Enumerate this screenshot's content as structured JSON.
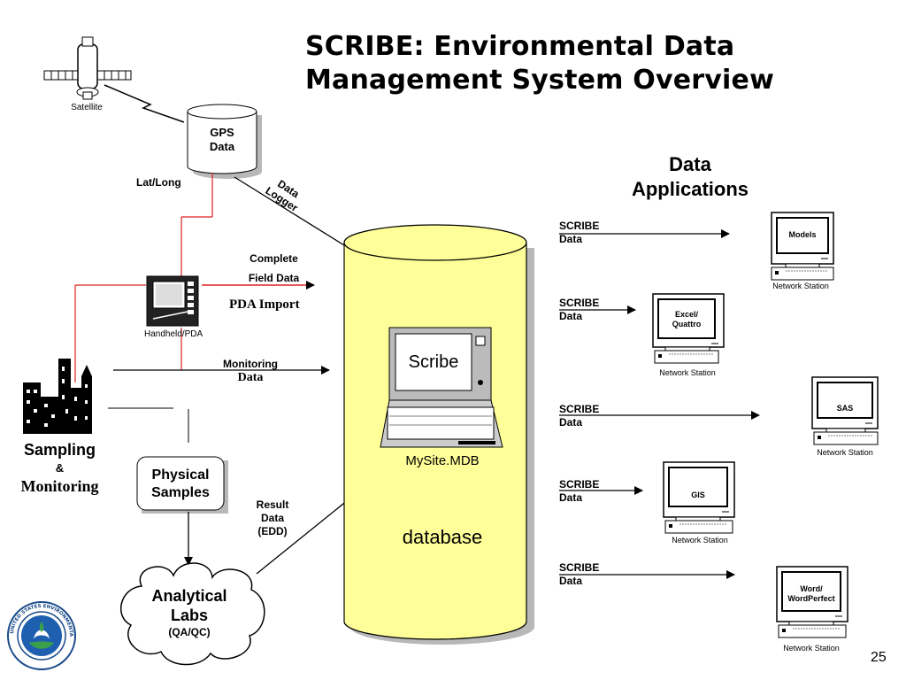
{
  "title": {
    "line1": "SCRIBE:  Environmental Data",
    "line2": "Management System Overview"
  },
  "satellite": {
    "label": "Satellite"
  },
  "gps": {
    "line1": "GPS",
    "line2": "Data"
  },
  "lat_long": "Lat/Long",
  "data_logger": {
    "line1": "Data",
    "line2": "Logger"
  },
  "complete_field_data": {
    "line1": "Complete",
    "line2": "Field Data"
  },
  "pda_import": "PDA Import",
  "handheld": "Handheld/PDA",
  "monitoring_data": {
    "line1": "Monitoring",
    "line2": "Data"
  },
  "sampling": {
    "line1": "Sampling",
    "line2": "&",
    "line3": "Monitoring"
  },
  "physical_samples": {
    "line1": "Physical",
    "line2": "Samples"
  },
  "result_data": {
    "line1": "Result",
    "line2": "Data",
    "line3": "(EDD)"
  },
  "analytical_labs": {
    "line1": "Analytical",
    "line2": "Labs",
    "line3": "(QA/QC)"
  },
  "database": {
    "scribe_screen": "Scribe",
    "file": "MySite.MDB",
    "label": "database"
  },
  "data_applications": {
    "line1": "Data",
    "line2": "Applications"
  },
  "flows": [
    {
      "line1": "SCRIBE",
      "line2": "Data"
    },
    {
      "line1": "SCRIBE",
      "line2": "Data"
    },
    {
      "line1": "SCRIBE",
      "line2": "Data"
    },
    {
      "line1": "SCRIBE",
      "line2": "Data"
    },
    {
      "line1": "SCRIBE",
      "line2": "Data"
    }
  ],
  "stations": [
    {
      "screen_line1": "Models",
      "screen_line2": "",
      "caption": "Network Station"
    },
    {
      "screen_line1": "Excel/",
      "screen_line2": "Quattro",
      "caption": "Network Station"
    },
    {
      "screen_line1": "SAS",
      "screen_line2": "",
      "caption": "Network Station"
    },
    {
      "screen_line1": "GIS",
      "screen_line2": "",
      "caption": "Network Station"
    },
    {
      "screen_line1": "Word/",
      "screen_line2": "WordPerfect",
      "caption": "Network Station"
    }
  ],
  "epa_seal": {
    "ring_text": "UNITED STATES ENVIRONMENTAL PROTECTION AGENCY"
  },
  "page_number": "25",
  "colors": {
    "database_fill": "#ffff99",
    "red_line": "#e02020",
    "shadow": "#b8b8b8"
  }
}
